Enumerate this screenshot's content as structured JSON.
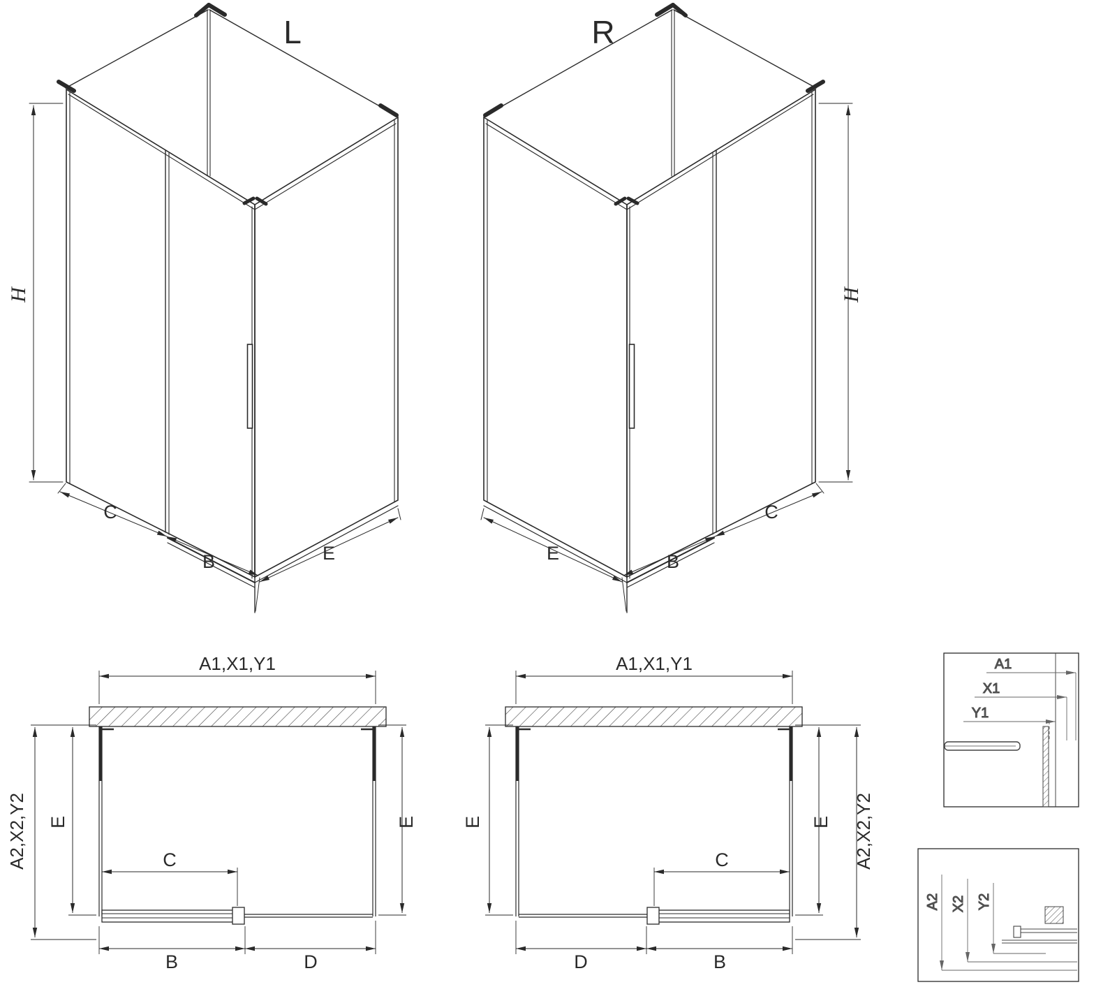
{
  "colors": {
    "line": "#2a2a2a",
    "detail_line": "#666666",
    "background": "#ffffff"
  },
  "iso_left": {
    "variant": "L",
    "h": "H",
    "c": "C",
    "b": "B",
    "e": "E"
  },
  "iso_right": {
    "variant": "R",
    "h": "H",
    "c": "C",
    "b": "B",
    "e": "E"
  },
  "plan_left": {
    "top": "A1,X1,Y1",
    "side": "A2,X2,Y2",
    "e_left": "E",
    "e_right": "E",
    "c": "C",
    "b": "B",
    "d": "D"
  },
  "plan_right": {
    "top": "A1,X1,Y1",
    "side": "A2,X2,Y2",
    "e_left": "E",
    "e_right": "E",
    "c": "C",
    "b": "B",
    "d": "D"
  },
  "detail_top": {
    "a1": "A1",
    "x1": "X1",
    "y1": "Y1"
  },
  "detail_bottom": {
    "a2": "A2",
    "x2": "X2",
    "y2": "Y2"
  }
}
